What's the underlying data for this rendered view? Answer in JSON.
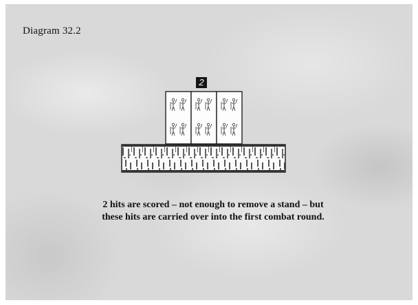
{
  "diagram": {
    "title": "Diagram 32.2",
    "hits_badge": "2",
    "caption_line1": "2 hits are scored – not enough to remove a stand – but",
    "caption_line2": "these hits are carried over into the first combat round.",
    "stands_count": 3
  }
}
